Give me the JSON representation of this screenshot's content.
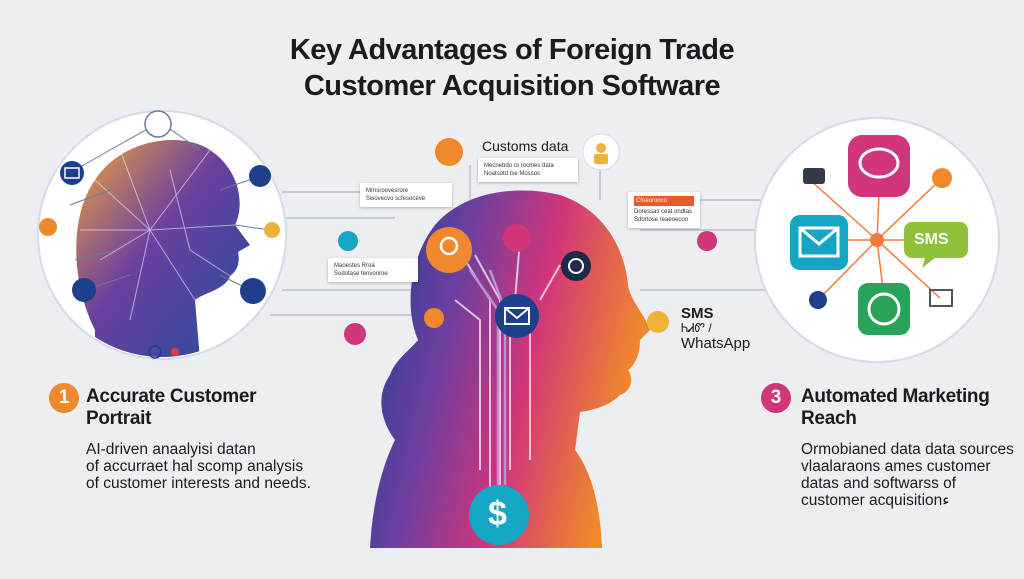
{
  "title": {
    "line1": "Key Advantages of Foreign Trade",
    "line2": "Customer Acquisition Software"
  },
  "center": {
    "customs_label": "Customs data",
    "customs_card_line1": "Mecnebdo ro rocmes data",
    "customs_card_line2": "Noatsotd tse Mossos",
    "sms_label": "SMS",
    "sms_sub": "ᏂᏗᏛ /",
    "whatsapp_label": "WhatsApp"
  },
  "left_cards": {
    "card1_line1": "Mrnsroovesrore",
    "card1_line2": "Swovecvo scfesoceve",
    "card2_line1": "Maoestes Rroa",
    "card2_line2": "Sodotase tenvonroe"
  },
  "right_card": {
    "title": "Cfoeoronco",
    "line1": "Doressas ceat ondtas",
    "line2": "Sdortose reaeoecon"
  },
  "feature1": {
    "number": "1",
    "heading_line1": "Accurate Customer",
    "heading_line2": "Portrait",
    "body_line1": "AI-driven anaalyisi datan",
    "body_line2": "of accurraet hal scomp analysis",
    "body_line3": "of customer interests and needs."
  },
  "feature3": {
    "number": "3",
    "heading_line1": "Automated Marketing",
    "heading_line2": "Reach",
    "body_line1": "Ormobianed data data sources",
    "body_line2": "vlaalaraons ames customer",
    "body_line3": "datas and softwarss of",
    "body_line4": "customer acquisitionء"
  },
  "icons": {
    "sms_bubble_text": "SMS",
    "dollar": "$"
  },
  "colors": {
    "orange": "#f0892b",
    "magenta": "#d1357a",
    "purple": "#6b3fa0",
    "navy": "#1d3f8c",
    "teal": "#14a6c4",
    "green": "#2aa35a",
    "lime": "#8fc23a"
  }
}
